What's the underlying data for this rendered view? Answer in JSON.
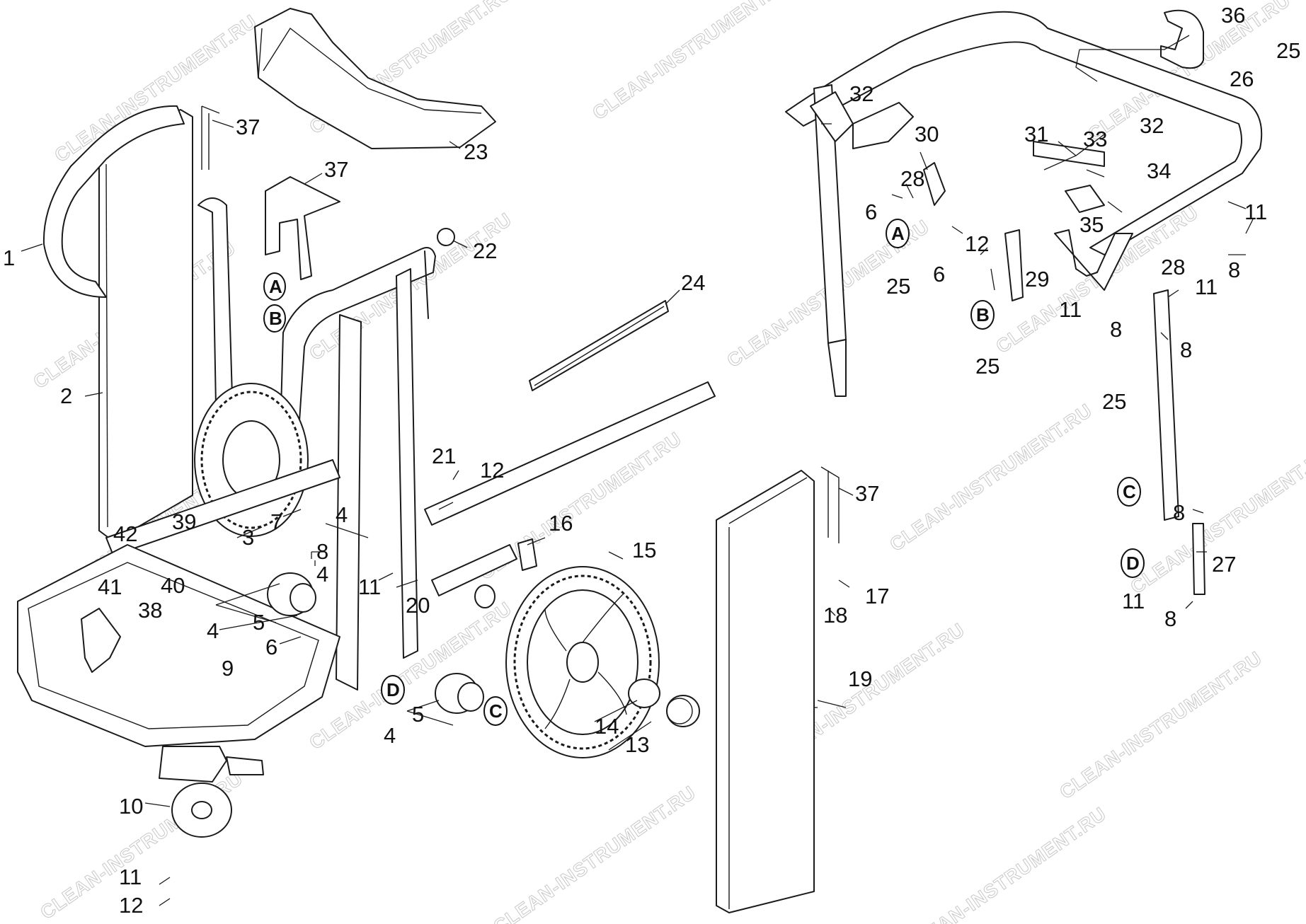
{
  "callouts": [
    "1",
    "2",
    "3",
    "4",
    "5",
    "6",
    "7",
    "8",
    "9",
    "10",
    "11",
    "12",
    "13",
    "14",
    "15",
    "16",
    "17",
    "18",
    "19",
    "20",
    "21",
    "22",
    "23",
    "24",
    "25",
    "26",
    "27",
    "28",
    "29",
    "30",
    "31",
    "32",
    "33",
    "34",
    "35",
    "36",
    "37",
    "38",
    "39",
    "40",
    "41",
    "42"
  ],
  "reference_letters": [
    "A",
    "B",
    "C",
    "D"
  ],
  "watermark": "CLEAN-INSTRUMENT.RU",
  "colors": {
    "line": "#1a1a1a",
    "watermark": "#c8c8c8",
    "background": "#ffffff"
  }
}
